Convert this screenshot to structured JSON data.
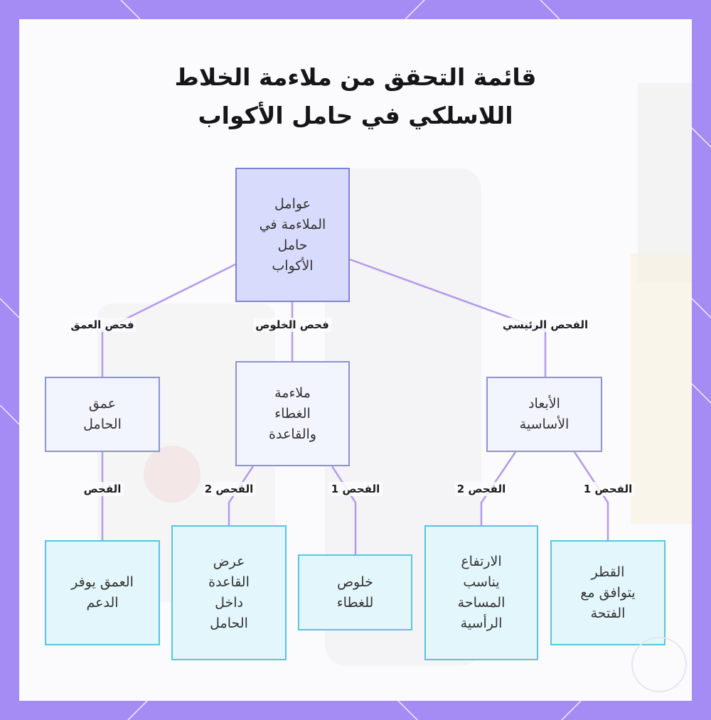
{
  "title_lines": [
    "قائمة التحقق من ملاءمة الخلاط",
    "اللاسلكي في حامل الأكواب"
  ],
  "colors": {
    "frame": "#a58cf5",
    "edge": "#b39bea",
    "root_fill": "#d9dbfc",
    "root_border": "#7c84d6",
    "mid_fill": "#f2f4fe",
    "mid_border": "#8c92d8",
    "leaf_fill": "#e3f6fb",
    "leaf_border": "#5ac4de"
  },
  "nodes": [
    {
      "id": "root",
      "lines": [
        "عوامل",
        "الملاءمة في",
        "حامل",
        "الأكواب"
      ]
    },
    {
      "id": "depth",
      "lines": [
        "عمق",
        "الحامل"
      ]
    },
    {
      "id": "clearance",
      "lines": [
        "ملاءمة",
        "الغطاء",
        "والقاعدة"
      ]
    },
    {
      "id": "dimensions",
      "lines": [
        "الأبعاد",
        "الأساسية"
      ]
    },
    {
      "id": "depth_support",
      "lines": [
        "العمق يوفر",
        "الدعم"
      ]
    },
    {
      "id": "base_width",
      "lines": [
        "عرض",
        "القاعدة",
        "داخل",
        "الحامل"
      ]
    },
    {
      "id": "lid_clearance",
      "lines": [
        "خلوص",
        "للغطاء"
      ]
    },
    {
      "id": "height",
      "lines": [
        "الارتفاع",
        "يناسب",
        "المساحة",
        "الرأسية"
      ]
    },
    {
      "id": "diameter",
      "lines": [
        "القطر",
        "يتوافق مع",
        "الفتحة"
      ]
    }
  ],
  "edges": [
    {
      "from": "root",
      "to": "depth",
      "label": "فحص العمق"
    },
    {
      "from": "root",
      "to": "clearance",
      "label": "فحص الخلوص"
    },
    {
      "from": "root",
      "to": "dimensions",
      "label": "الفحص الرئيسي"
    },
    {
      "from": "depth",
      "to": "depth_support",
      "label": "الفحص"
    },
    {
      "from": "clearance",
      "to": "base_width",
      "label": "الفحص 2"
    },
    {
      "from": "clearance",
      "to": "lid_clearance",
      "label": "الفحص 1"
    },
    {
      "from": "dimensions",
      "to": "height",
      "label": "الفحص 2"
    },
    {
      "from": "dimensions",
      "to": "diameter",
      "label": "الفحص 1"
    }
  ]
}
